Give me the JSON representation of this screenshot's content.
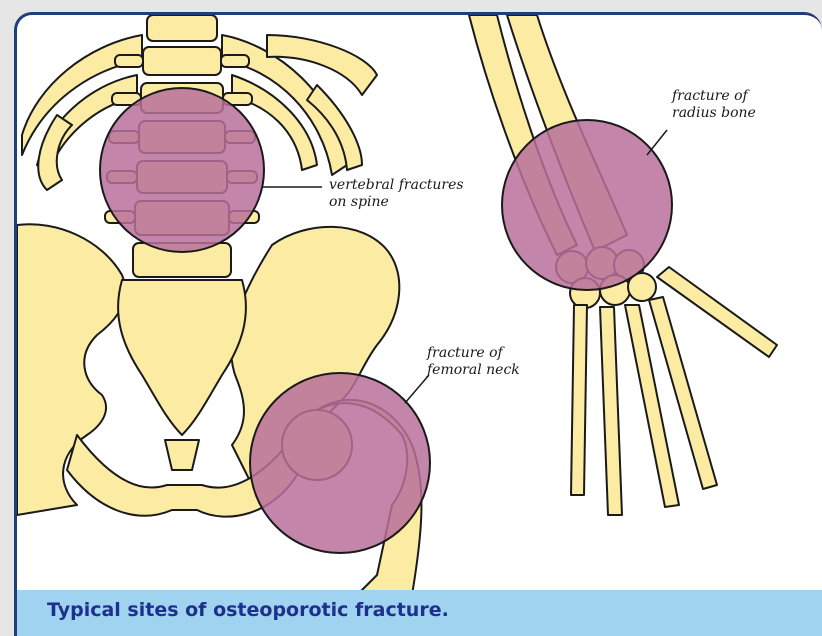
{
  "labels": {
    "vertebral": "vertebral fractures\non spine",
    "radius": "fracture of\nradius bone",
    "femoral": "fracture of\nfemoral neck"
  },
  "caption": "Typical sites of osteoporotic fracture.",
  "colors": {
    "bone_fill": "#fbeba3",
    "bone_outline": "#1a1a1a",
    "fracture_zone": "#b8709a",
    "caption_bg": "#9fd3ef",
    "caption_text": "#1e2f8e",
    "frame_border": "#1f3f7a"
  }
}
